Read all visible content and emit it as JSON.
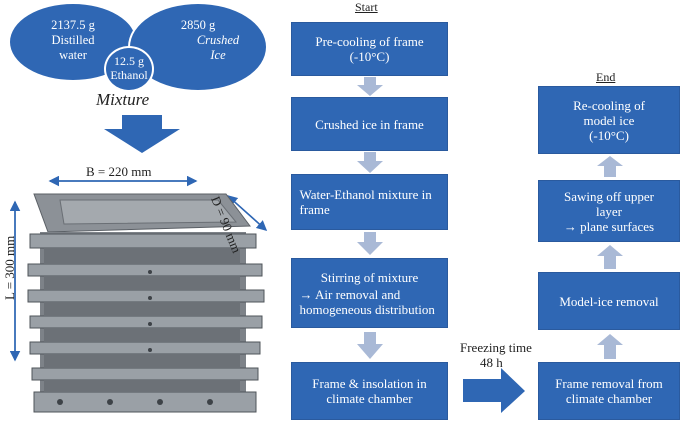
{
  "mixture": {
    "water_mass": "2137.5 g",
    "water_label": "Distilled water",
    "ice_mass": "2850 g",
    "ice_label": "Crushed Ice",
    "ethanol_mass": "12.5 g",
    "ethanol_label": "Ethanol",
    "title": "Mixture"
  },
  "frame": {
    "width_label": "B = 220 mm",
    "depth_label": "D = 90 mm",
    "length_label": "L = 300 mm"
  },
  "flow": {
    "start_label": "Start",
    "end_label": "End",
    "freezing_label": "Freezing time",
    "freezing_value": "48 h",
    "left_steps": [
      "Pre-cooling of frame (-10°C)",
      "Crushed ice in frame",
      "Water-Ethanol mixture in frame",
      "Stirring of mixture",
      "Frame & insolation in climate chamber"
    ],
    "stirring_note": "→ Air removal and homogeneous distribution",
    "right_steps": [
      "Frame removal from climate chamber",
      "Model-ice removal",
      "Sawing off upper layer",
      "Re-cooling of model ice (-10°C)"
    ],
    "sawing_note": "→ plane surfaces"
  },
  "colors": {
    "box_fill": "#2f67b4",
    "arrow_small": "#a9b9d6",
    "arrow_big": "#2f67b4"
  }
}
